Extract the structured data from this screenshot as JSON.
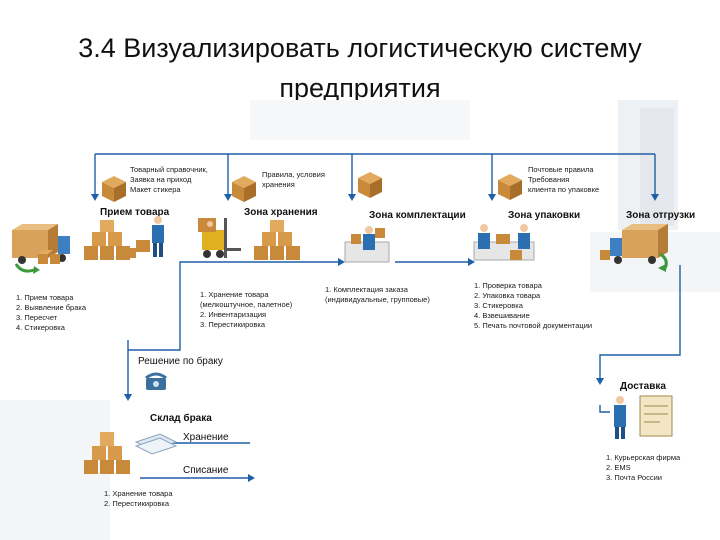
{
  "slide": {
    "title_line1": "3.4 Визуализировать логистическую систему",
    "title_line2": "предприятия"
  },
  "diagram": {
    "stages": {
      "receiving": "Прием товара",
      "storage": "Зона хранения",
      "picking": "Зона комплектации",
      "packing": "Зона упаковки",
      "shipping": "Зона отгрузки",
      "delivery": "Доставка",
      "defect_warehouse": "Склад брака"
    },
    "inputs": {
      "receiving": [
        "Товарный справочник,",
        "Заявка на приход",
        "Макет стикера"
      ],
      "storage": [
        "Правила, условия",
        "хранения"
      ],
      "packing": [
        "Почтовые правила",
        "Требования",
        "клиента по упаковке"
      ]
    },
    "steps": {
      "receiving": [
        "1. Прием товара",
        "2. Выявление брака",
        "3. Пересчет",
        "4. Стикеровка"
      ],
      "storage": [
        "1. Хранение товара",
        "(мелкоштучное, палетное)",
        "2. Инвентаризация",
        "3. Перестикировка"
      ],
      "picking": [
        "1. Комплектация заказа",
        "(индивидуальные, групповые)"
      ],
      "packing": [
        "1. Проверка товара",
        "2. Упаковка товара",
        "3. Стикеровка",
        "4. Взвешивание",
        "5. Печать почтовой документации"
      ],
      "delivery": [
        "1. Курьерская фирма",
        "2. EMS",
        "3. Почта России"
      ],
      "defect": [
        "1. Хранение товара",
        "2. Перестикировка"
      ]
    },
    "defect_decision": "Решение по браку",
    "defect_storage": "Хранение",
    "defect_writeoff": "Списание",
    "colors": {
      "line": "#1f5fa8",
      "box": "#c8893a",
      "box_top": "#e2aa5e",
      "person": "#2a6fb0",
      "machine": "#e0b020",
      "arrow_green": "#3a9a3a"
    }
  }
}
